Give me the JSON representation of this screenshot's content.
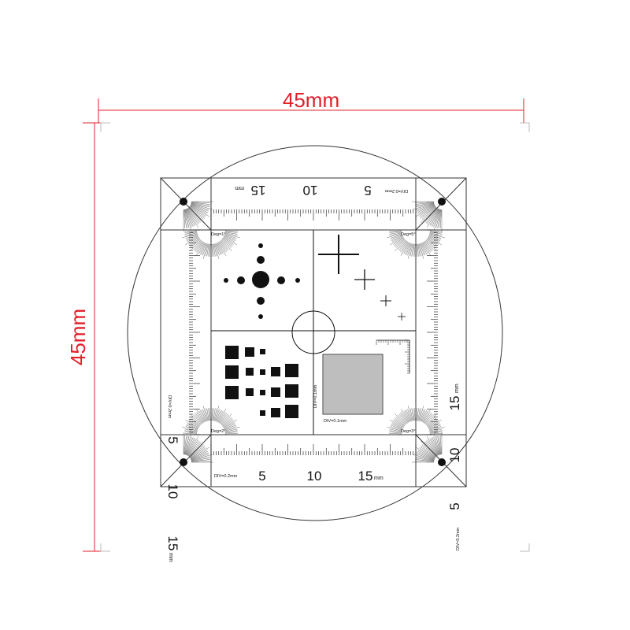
{
  "dimensions": {
    "width_label": "45mm",
    "height_label": "45mm",
    "color": "#e0202a"
  },
  "scales": {
    "top": {
      "nums": [
        "15",
        "10",
        "5"
      ],
      "unit": "mm",
      "div_label": "DIV=0.2mm"
    },
    "bottom": {
      "nums": [
        "5",
        "10",
        "15"
      ],
      "unit": "mm",
      "div_label": "DIV=0.2mm"
    },
    "left": {
      "nums": [
        "5",
        "10",
        "15"
      ],
      "unit": "mm",
      "div_label": "DIV=0.2mm"
    },
    "right": {
      "nums": [
        "15",
        "10",
        "5"
      ],
      "unit": "mm",
      "div_label": "DIV=0.2mm"
    }
  },
  "degree_labels": {
    "top_left": "Deg=1°",
    "top_right": "Deg=5°",
    "bottom_left": "Deg=2°",
    "bottom_right": "Deg=3°"
  },
  "grid_labels": {
    "vertical": "DIV=0.1mm",
    "horizontal": "DIV=0.1mm"
  },
  "colors": {
    "ink": "#111111",
    "guide": "#bbbbbb"
  }
}
